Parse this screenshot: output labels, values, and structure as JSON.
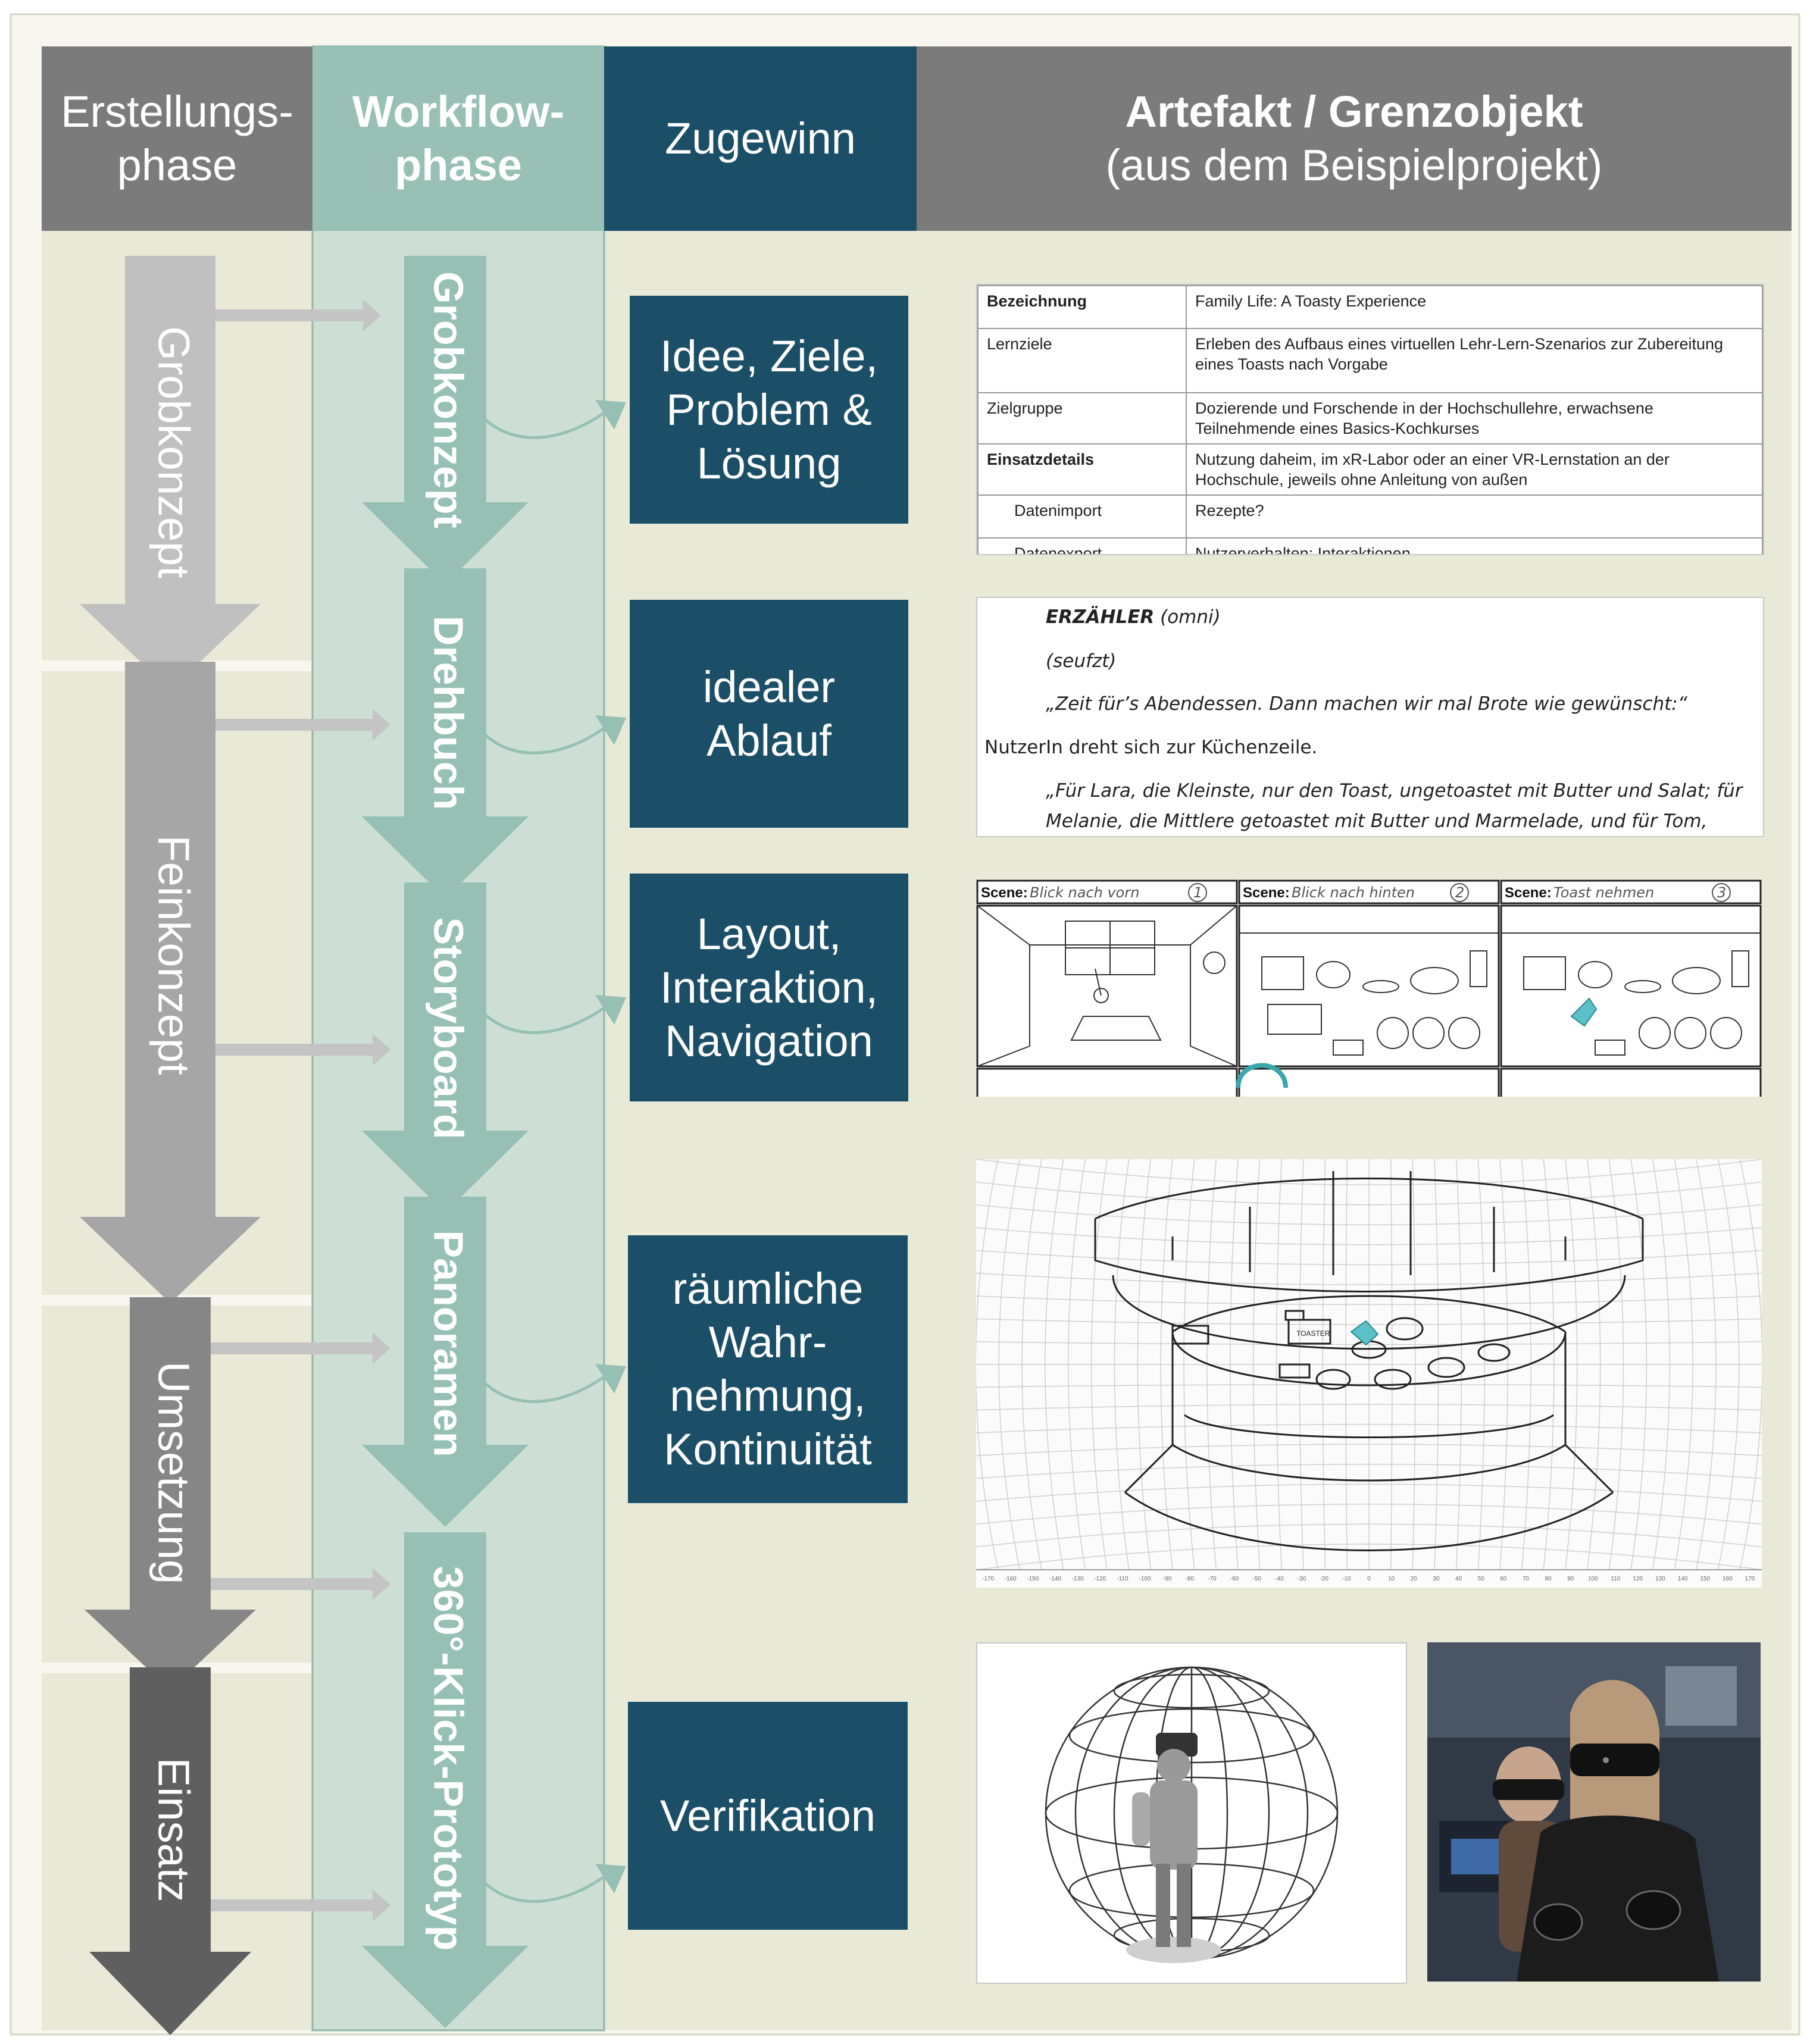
{
  "headers": {
    "creation_phase": "Erstellungs-\nphase",
    "workflow_phase": "Workflow-\nphase",
    "gain": "Zugewinn",
    "artifact_title": "Artefakt / Grenzobjekt",
    "artifact_subtitle": "(aus dem Beispielprojekt)"
  },
  "creation_phases": [
    "Grobkonzept",
    "Feinkonzept",
    "Umsetzung",
    "Einsatz"
  ],
  "workflow_phases": [
    "Grobkonzept",
    "Drehbuch",
    "Storyboard",
    "Panoramen",
    "360°-Klick-Prototyp"
  ],
  "gains": [
    "Idee, Ziele,\nProblem &\nLösung",
    "idealer\nAblauf",
    "Layout,\nInteraktion,\nNavigation",
    "räumliche\nWahr-\nnehmung,\nKontinuität",
    "Verifikation"
  ],
  "concept_table": [
    {
      "label": "Bezeichnung",
      "value": "Family Life: A Toasty Experience",
      "bold": true
    },
    {
      "label": "Lernziele",
      "value": "Erleben des Aufbaus eines virtuellen Lehr-Lern-Szenarios zur Zubereitung eines Toasts nach Vorgabe",
      "bold": false
    },
    {
      "label": "Zielgruppe",
      "value": "Dozierende und Forschende in der Hochschullehre, erwachsene Teilnehmende eines Basics-Kochkurses",
      "bold": false
    },
    {
      "label": "Einsatzdetails",
      "value": "Nutzung daheim, im xR-Labor oder an einer VR-Lernstation an der Hochschule, jeweils ohne Anleitung von außen",
      "bold": true
    },
    {
      "label": "Datenimport",
      "value": "Rezepte?",
      "bold": false,
      "indent": true
    },
    {
      "label": "Datenexport",
      "value": "Nutzerverhalten: Interaktionen",
      "bold": false,
      "indent": true
    }
  ],
  "script": {
    "speaker": "ERZÄHLER",
    "speaker_note": " (omni)",
    "direction": "(seufzt)",
    "line1": "„Zeit für’s Abendessen. Dann machen wir mal Brote wie gewünscht:“",
    "action": "NutzerIn dreht sich zur Küchenzeile.",
    "line2": "„Für Lara, die Kleinste, nur den Toast, ungetoastet mit Butter und Salat; für",
    "line3": "Melanie, die Mittlere getoastet mit Butter und Marmelade, und für Tom, unseren"
  },
  "storyboard": [
    {
      "label": "Scene:",
      "caption": "Blick nach vorn",
      "number": "1"
    },
    {
      "label": "Scene:",
      "caption": "Blick nach hinten",
      "number": "2"
    },
    {
      "label": "Scene:",
      "caption": "Toast nehmen",
      "number": "3"
    }
  ],
  "panorama": {
    "ticks": [
      "-170",
      "-160",
      "-150",
      "-140",
      "-130",
      "-120",
      "-110",
      "-100",
      "-90",
      "-80",
      "-70",
      "-60",
      "-50",
      "-40",
      "-30",
      "-20",
      "-10",
      "0",
      "10",
      "20",
      "30",
      "40",
      "50",
      "60",
      "70",
      "80",
      "90",
      "100",
      "110",
      "120",
      "130",
      "140",
      "150",
      "160",
      "170"
    ],
    "toaster_label": "TOASTER"
  },
  "colors": {
    "background": "#e9e9d8",
    "creation_header": "#7b7b7b",
    "workflow_header": "#98c0b5",
    "workflow_band": "#cddfd5",
    "workflow_arrow": "#97c0b4",
    "gain_box": "#1b4e67",
    "artifact_header": "#7b7b7b",
    "creation_arrows": [
      "#c0c0c0",
      "#a6a6a6",
      "#868686",
      "#5f5f5f"
    ]
  }
}
